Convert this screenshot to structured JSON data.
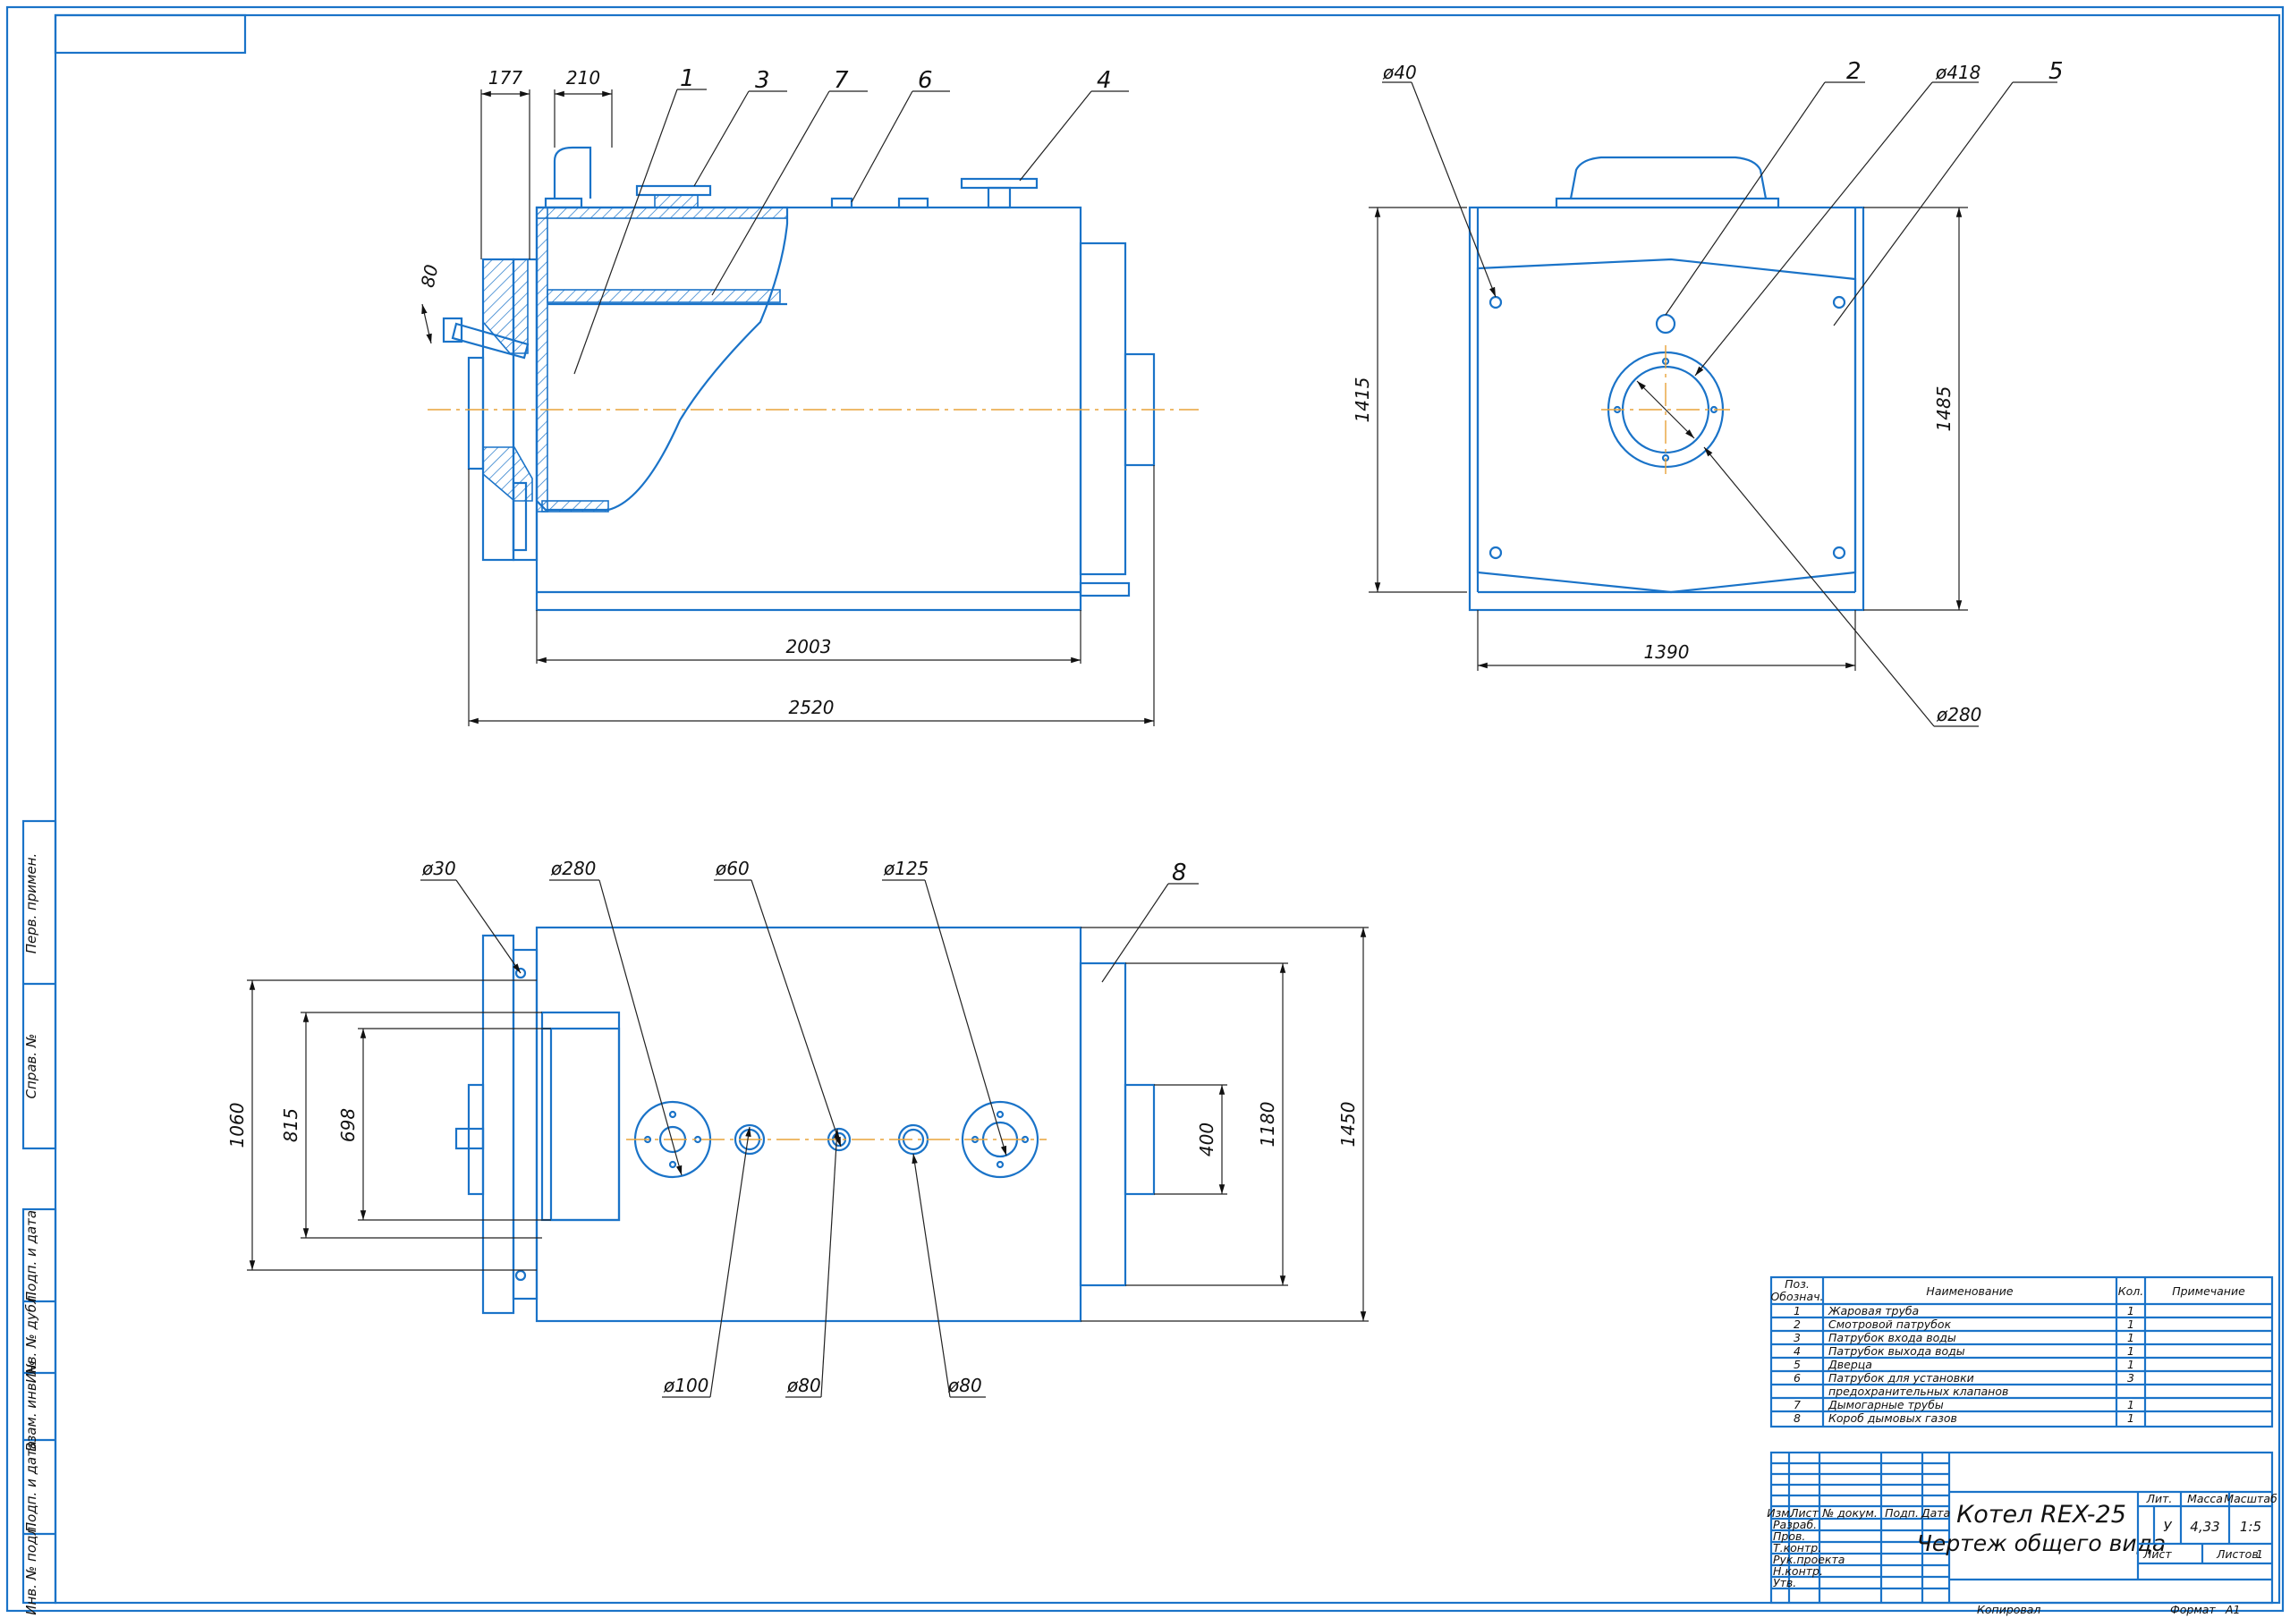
{
  "colors": {
    "outline": "#1a73c8",
    "dimension": "#222222",
    "axis": "#e8a33a"
  },
  "side_view": {
    "dims": {
      "d177": "177",
      "d210": "210",
      "d80": "80",
      "d2003": "2003",
      "d2520": "2520"
    },
    "callouts": [
      "1",
      "3",
      "7",
      "6",
      "4"
    ]
  },
  "front_view": {
    "dims": {
      "dia40": "ø40",
      "dia418": "ø418",
      "dia280": "ø280",
      "h1415": "1415",
      "h1485": "1485",
      "w1390": "1390"
    },
    "callouts": [
      "2",
      "5"
    ]
  },
  "top_view": {
    "dims": {
      "dia30": "ø30",
      "dia280": "ø280",
      "dia60": "ø60",
      "dia125": "ø125",
      "dia100": "ø100",
      "dia80a": "ø80",
      "dia80b": "ø80",
      "h1060": "1060",
      "h815": "815",
      "h698": "698",
      "h400": "400",
      "h1180": "1180",
      "h1450": "1450"
    },
    "callouts": [
      "8"
    ]
  },
  "parts_table": {
    "headers": {
      "pos": "Поз.",
      "designation": "Обознач.",
      "name": "Наименование",
      "qty": "Кол.",
      "note": "Примечание"
    },
    "rows": [
      {
        "pos": "1",
        "name": "Жаровая труба",
        "qty": "1"
      },
      {
        "pos": "2",
        "name": "Смотровой патрубок",
        "qty": "1"
      },
      {
        "pos": "3",
        "name": "Патрубок входа воды",
        "qty": "1"
      },
      {
        "pos": "4",
        "name": "Патрубок выхода воды",
        "qty": "1"
      },
      {
        "pos": "5",
        "name": "Дверца",
        "qty": "1"
      },
      {
        "pos": "6",
        "name": "Патрубок для установки",
        "qty": "3"
      },
      {
        "pos": "",
        "name": "предохранительных клапанов",
        "qty": ""
      },
      {
        "pos": "7",
        "name": "Дымогарные трубы",
        "qty": "1"
      },
      {
        "pos": "8",
        "name": "Короб дымовых газов",
        "qty": "1"
      }
    ]
  },
  "title_block": {
    "title_line1": "Котел REX-25",
    "title_line2": "Чертеж общего вида",
    "col_izm": "Изм.",
    "col_list": "Лист",
    "col_doc": "№ докум.",
    "col_sign": "Подп.",
    "col_date": "Дата",
    "roles": [
      "Разраб.",
      "Пров.",
      "Т.контр.",
      "Рук.проекта",
      "Н.контр.",
      "Утв."
    ],
    "lit_label": "Лит.",
    "mass_label": "Масса",
    "scale_label": "Масштаб",
    "lit_value": "У",
    "mass_value": "4,33",
    "scale_value": "1:5",
    "sheet_label": "Лист",
    "sheets_label": "Листов",
    "sheets_value": "1",
    "copied": "Копировал",
    "format_label": "Формат",
    "format_value": "A1"
  },
  "side_stamps": [
    "Перв. примен.",
    "Справ. №",
    "Подп. и дата",
    "Инв. № дубл.",
    "Взам. инв. №",
    "Подп. и дата",
    "Инв. № подл."
  ]
}
